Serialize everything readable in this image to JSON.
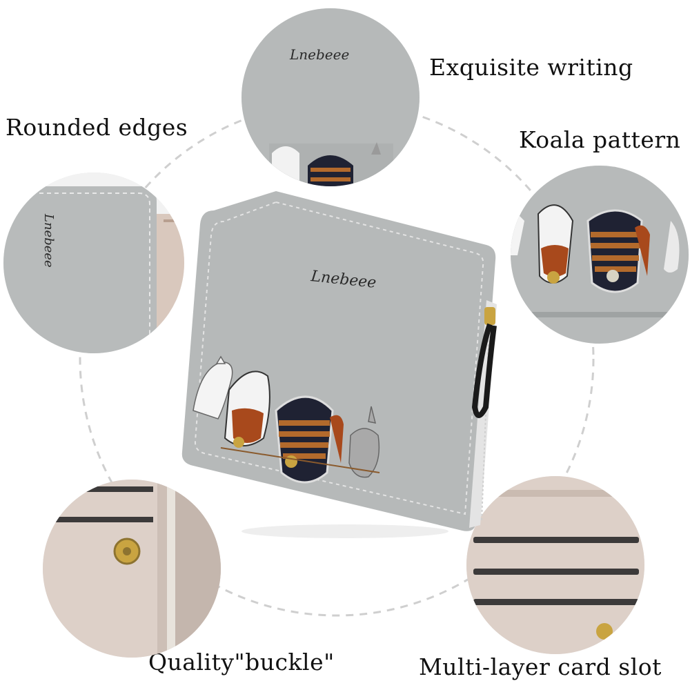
{
  "labels": {
    "top_right": "Exquisite writing",
    "left": "Rounded edges",
    "right": "Koala pattern",
    "bottom_left": "Quality\"buckle\"",
    "bottom_right": "Multi-layer card slot"
  },
  "brand_script": "Lnebeee",
  "colors": {
    "wallet_gray": "#b9bcbc",
    "wallet_dark": "#9fa3a3",
    "lining_pink": "#ddd0c8",
    "stitch": "#e9e9e9",
    "gold": "#c9a441",
    "fox_orange": "#a8491c",
    "koala_navy": "#1f2233",
    "ring_dash": "#c8c8c8"
  }
}
